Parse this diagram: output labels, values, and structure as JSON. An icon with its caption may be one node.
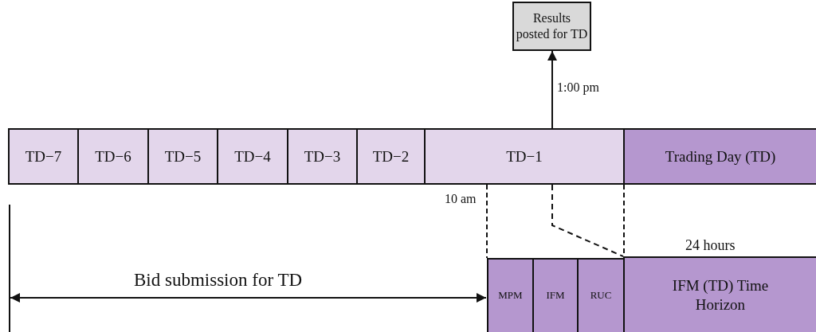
{
  "diagram": {
    "nodes": [
      {
        "text": [
          "Results posted for TD"
        ]
      },
      {
        "text": [
          "TD−7"
        ]
      },
      {
        "text": [
          "TD−6"
        ]
      },
      {
        "text": [
          "TD−5"
        ]
      },
      {
        "text": [
          "TD−4"
        ]
      },
      {
        "text": [
          "TD−3"
        ]
      },
      {
        "text": [
          "TD−2"
        ]
      },
      {
        "text": [
          "TD−1"
        ]
      },
      {
        "text": [
          "Trading Day (TD)"
        ]
      },
      {
        "text": [
          "MPM"
        ]
      },
      {
        "text": [
          "IFM"
        ]
      },
      {
        "text": [
          "RUC"
        ]
      },
      {
        "text": [
          "IFM (TD) Time Horizon"
        ],
        "beside": [
          "24 hours"
        ]
      }
    ],
    "edges": [
      {
        "from": 7,
        "to": 0,
        "arrow": "to",
        "label": "1:00 pm"
      },
      {
        "from": 7,
        "to": 12,
        "arrow": "none",
        "style": "dashed"
      }
    ],
    "labels": [
      "10 am",
      "Bid submission for TD"
    ]
  }
}
